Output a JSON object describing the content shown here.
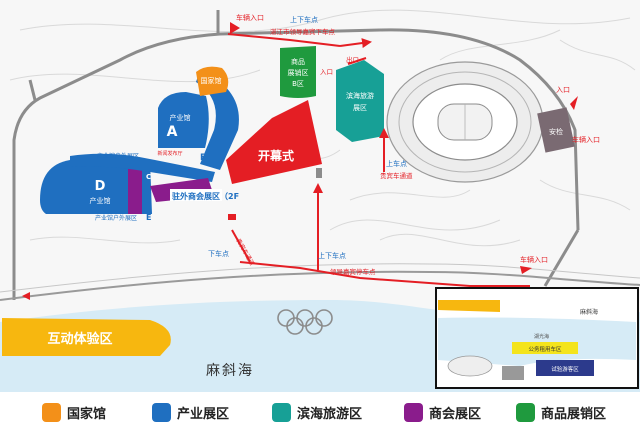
{
  "map_labels": {
    "national_pavilion": "国家馆",
    "industry_a_name": "产业馆",
    "industry_a_letter": "A",
    "industry_a_sub": "新闻发布厅",
    "industry_b_letter": "B",
    "industry_c_letter": "C",
    "industry_c_outdoor": "产业馆户外展区",
    "industry_d_letter": "D",
    "industry_d_name": "产业馆",
    "industry_d_outdoor": "产业馆户外展区",
    "industry_e_letter": "E",
    "overseas_chamber": "驻外商会展区（2F",
    "opening_ceremony": "开幕式",
    "product_sales_line1": "商品",
    "product_sales_line2": "展销区",
    "product_sales_line3": "B区",
    "coastal_line1": "滨海旅游",
    "coastal_line2": "展区",
    "security": "安检",
    "vehicle_entrance_top": "车辆入口",
    "vehicle_entrance_right": "车辆入口",
    "vehicle_entrance_bottom": "车辆入口",
    "entrance": "入口",
    "exit": "出口",
    "entrance_small": "入口",
    "up_down_point_top": "上下车点",
    "vip_drop_off": "湛江市领导嘉宾下车点",
    "vip_parking": "领导嘉宾停车点",
    "guest_bus_line1": "上车点",
    "guest_bus_line2": "贵宾车通道",
    "bus_channel": "贵宾车通道",
    "drop_off_point": "下车点",
    "up_down_point_bottom": "上下车点",
    "interactive_zone": "互动体验区",
    "sea_name": "麻斜海"
  },
  "inset": {
    "sea_label": "麻斜海",
    "sea_label2": "湖光海",
    "parking_label": "公务租用车区",
    "building_label": "试验游客区"
  },
  "legend": [
    {
      "label": "国家馆",
      "color": "#f39019"
    },
    {
      "label": "产业展区",
      "color": "#1f6fc0"
    },
    {
      "label": "滨海旅游区",
      "color": "#17a096"
    },
    {
      "label": "商会展区",
      "color": "#8a1c8c"
    },
    {
      "label": "商品展销区",
      "color": "#1f9a3e"
    }
  ],
  "colors": {
    "national": "#f39019",
    "industry": "#1f6fc0",
    "coastal": "#17a096",
    "chamber": "#8a1c8c",
    "sales": "#1f9a3e",
    "opening": "#e41e24",
    "interactive": "#f7b70f",
    "sea": "#d6ebf6",
    "route": "#e41e24",
    "road": "#8c8c8c"
  }
}
